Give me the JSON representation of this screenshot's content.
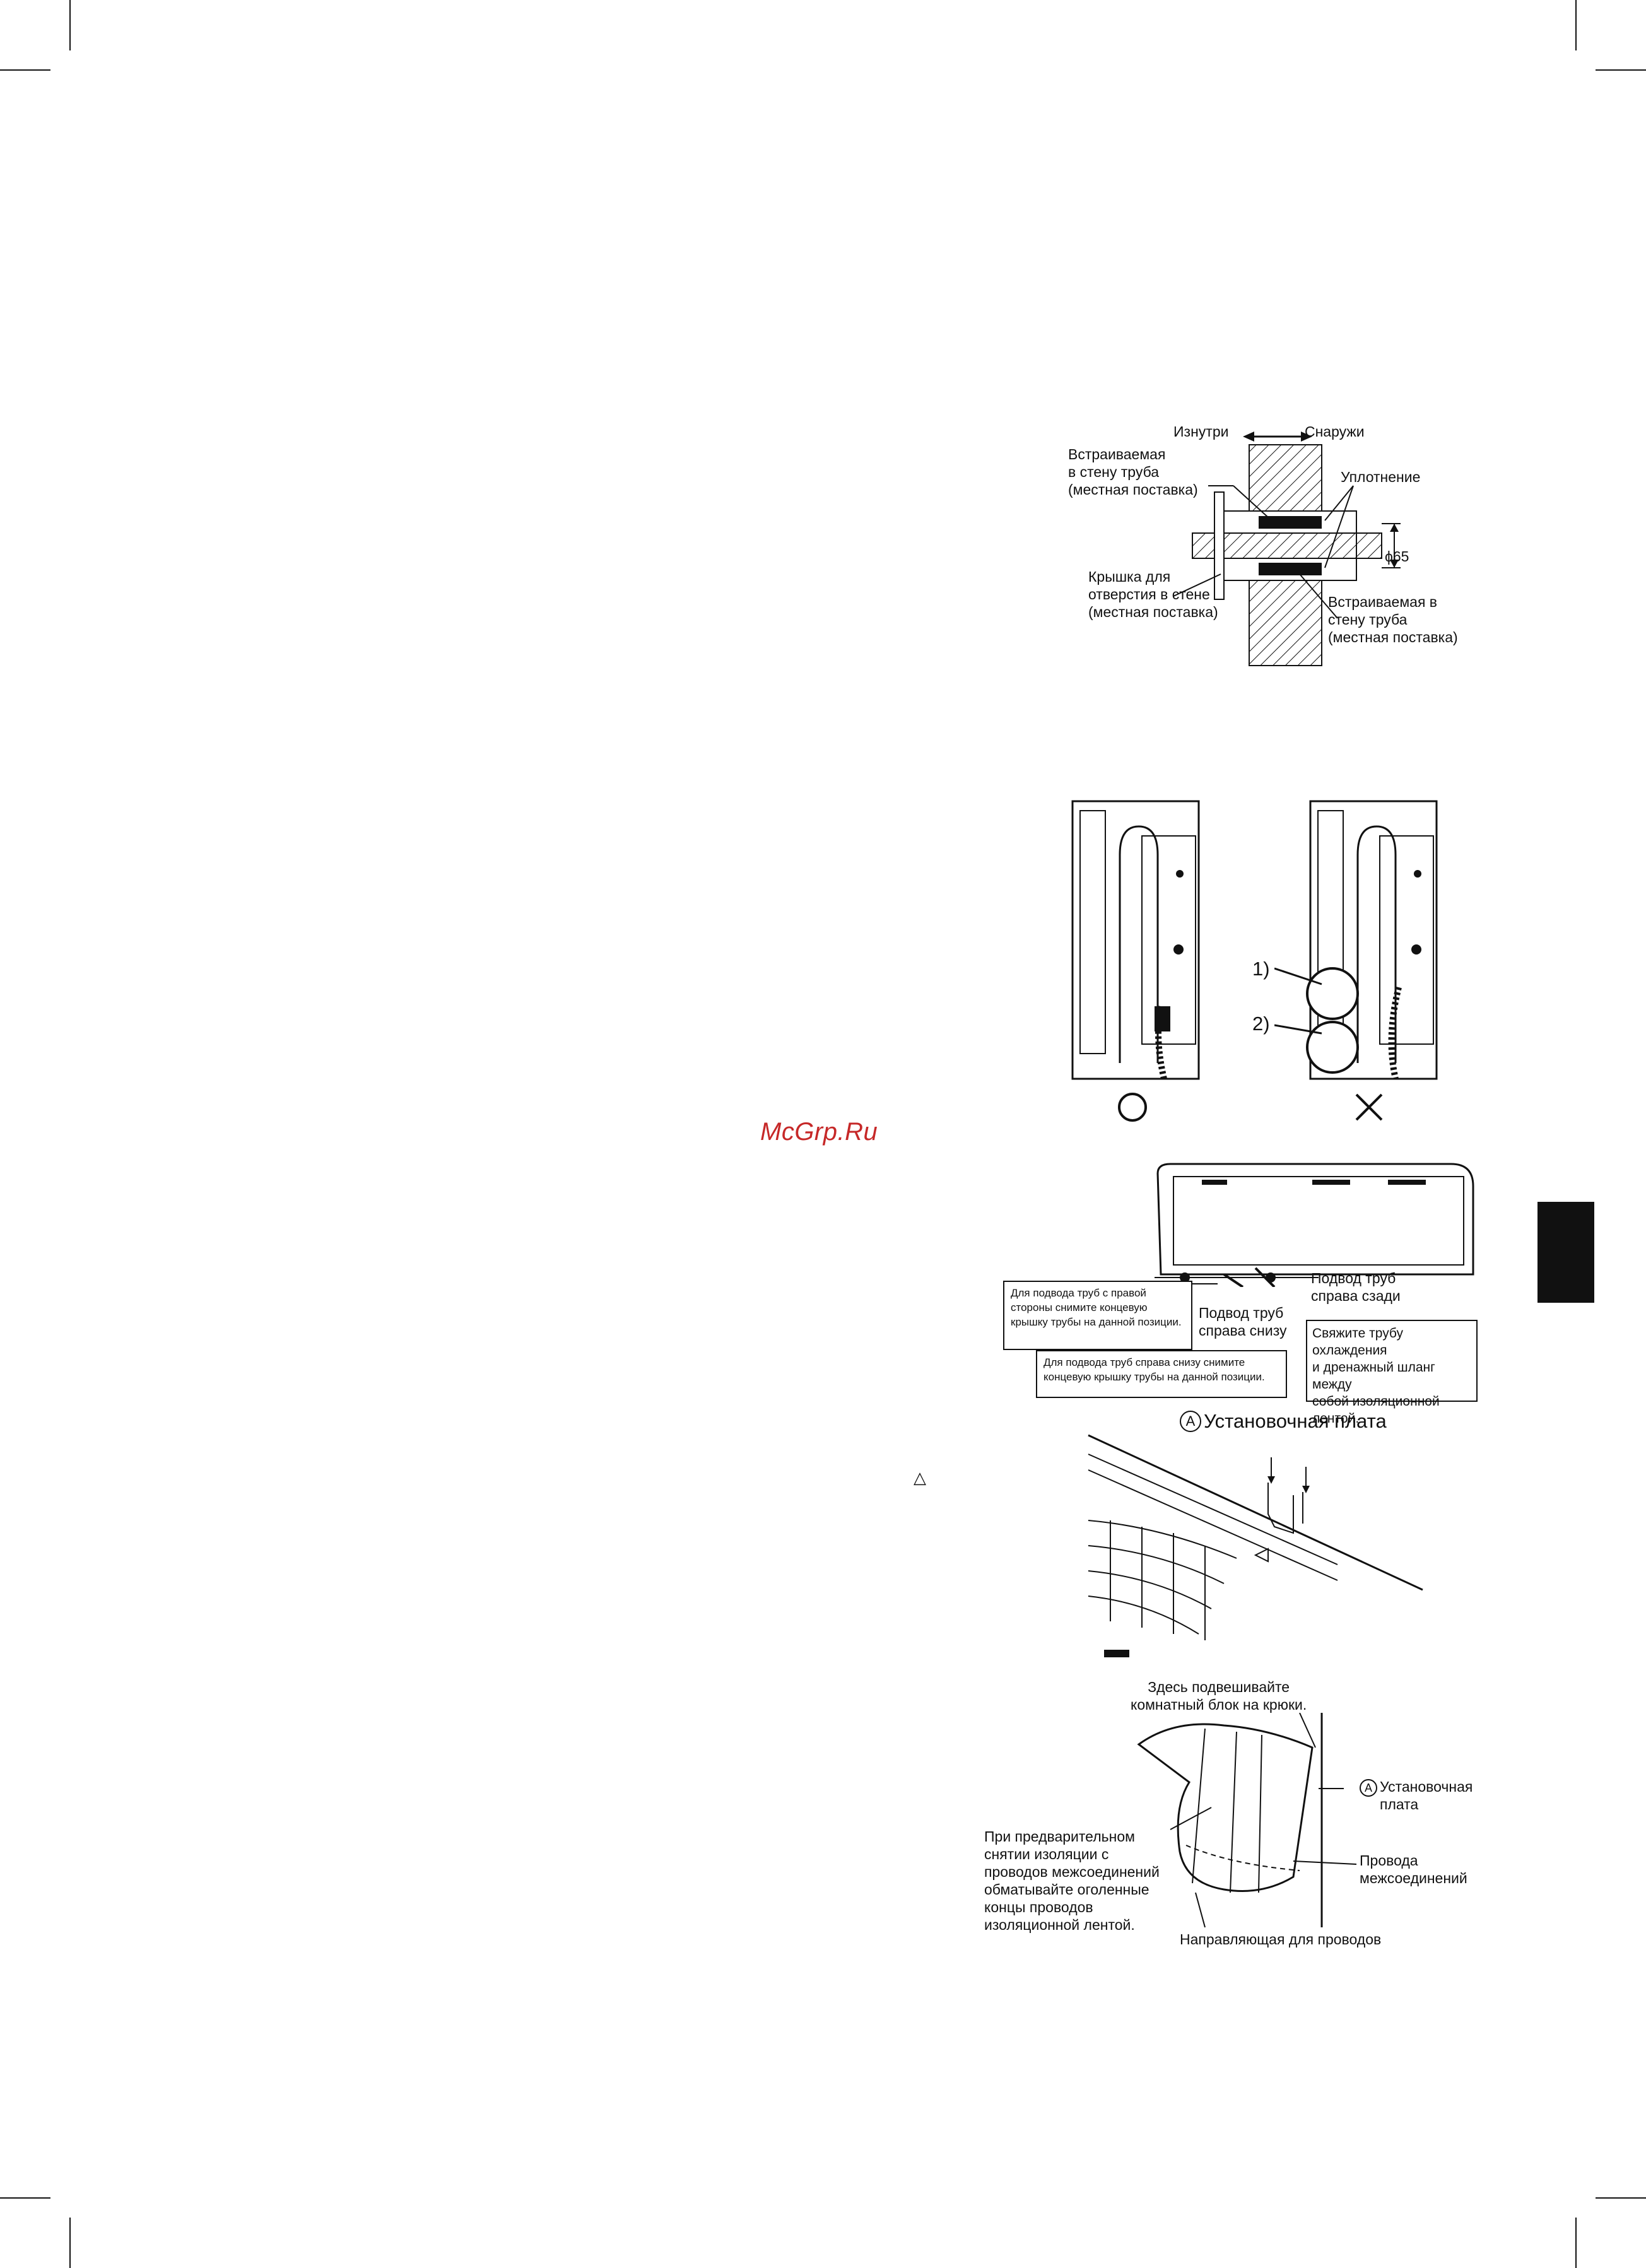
{
  "watermark": "McGrp.Ru",
  "colors": {
    "ink": "#111111",
    "watermark": "#c62828",
    "tab": "#111111"
  },
  "wall_section": {
    "inside": "Изнутри",
    "outside": "Снаружи",
    "embedded_pipe_top": "Встраиваемая\nв стену труба\n(местная поставка)",
    "seal": "Уплотнение",
    "diameter": "ϕ65",
    "hole_cover": "Крышка для\nотверстия в стене\n(местная поставка)",
    "embedded_pipe_bottom": "Встраиваемая в\nстену труба\n(местная поставка)"
  },
  "hose_routing": {
    "mark_1": "1)",
    "mark_2": "2)",
    "ok_icon": "circle-icon",
    "ng_icon": "cross-icon"
  },
  "pipe_cover": {
    "right_side_box": "Для подвода труб с правой\nстороны снимите концевую\nкрышку трубы на данной позиции.",
    "rear_right": "Подвод труб\nсправа сзади",
    "bottom_right": "Подвод труб\nсправа снизу",
    "bind_box": "Свяжите трубу охлаждения\nи дренажный шланг между\nсобой изоляционной\nлентой.",
    "bottom_box": "Для подвода труб справа снизу снимите\nконцевую крышку трубы на данной позиции."
  },
  "mounting_plate": {
    "marker": "A",
    "title": "Установочная плата",
    "triangle_mark": "△"
  },
  "hanging": {
    "hook_note": "Здесь подвешивайте\nкомнатный блок на крюки.",
    "marker": "A",
    "plate": "Установочная\nплата",
    "wires": "Провода\nмежсоединений",
    "insulation_note": "При предварительном\nснятии изоляции с\nпроводов межсоединений\nобматывайте оголенные\nконцы проводов\nизоляционной лентой.",
    "guide": "Направляющая для проводов"
  }
}
